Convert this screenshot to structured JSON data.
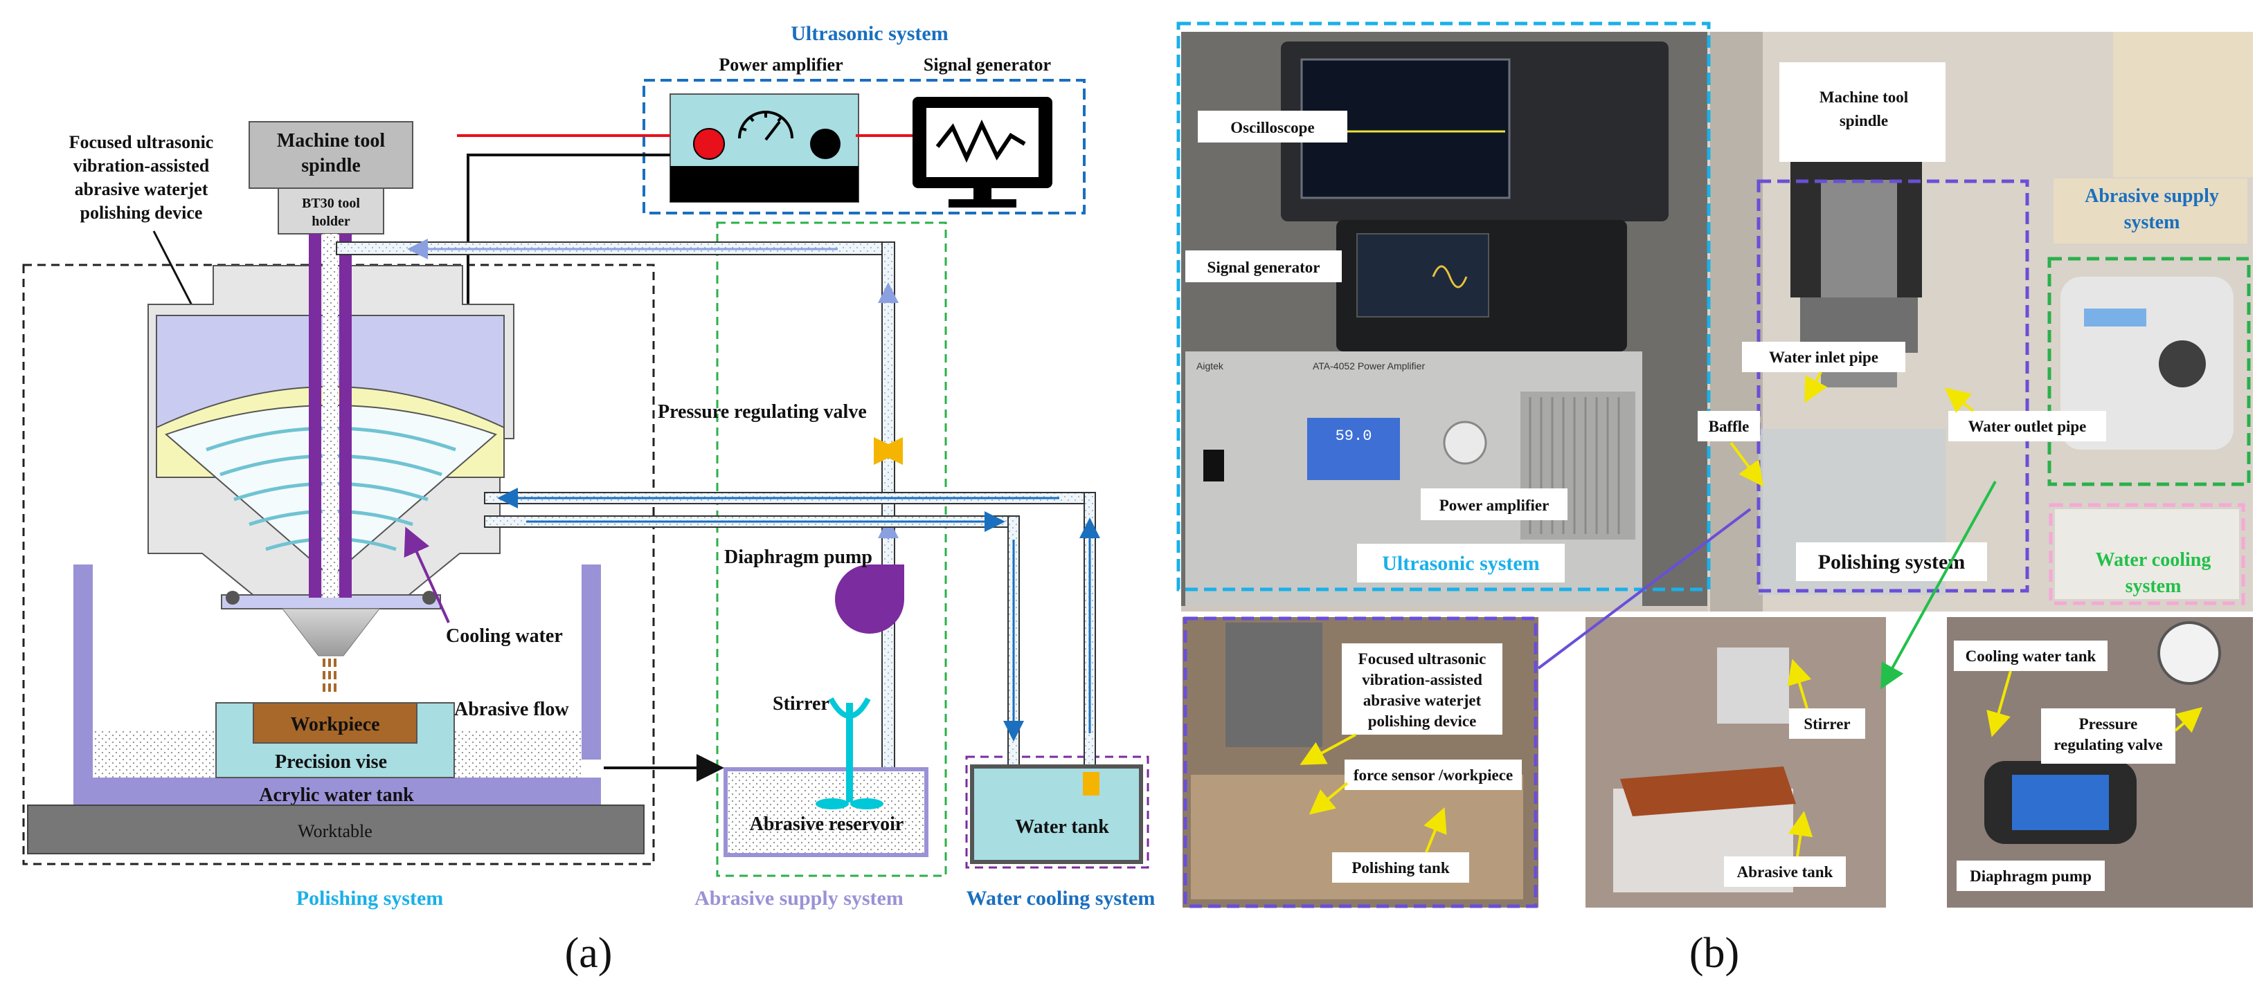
{
  "panel_a": {
    "label": "(a)",
    "ultrasonic_system": "Ultrasonic system",
    "power_amplifier": "Power amplifier",
    "signal_generator": "Signal generator",
    "spindle": [
      "Machine tool",
      "spindle"
    ],
    "tool_holder": [
      "BT30 tool",
      "holder"
    ],
    "device": [
      "Focused ultrasonic",
      "vibration-assisted",
      "abrasive waterjet",
      "polishing device"
    ],
    "pressure_valve": "Pressure regulating valve",
    "diaphragm_pump": "Diaphragm pump",
    "cooling_water": "Cooling water",
    "abrasive_flow": "Abrasive flow",
    "workpiece": "Workpiece",
    "precision_vise": "Precision vise",
    "acrylic_tank": "Acrylic water tank",
    "worktable": "Worktable",
    "stirrer": "Stirrer",
    "abrasive_reservoir": "Abrasive reservoir",
    "water_tank": "Water tank",
    "polishing_system": "Polishing system",
    "abrasive_supply_system": "Abrasive supply system",
    "water_cooling_system": "Water cooling system"
  },
  "panel_b": {
    "label": "(b)",
    "oscilloscope": "Oscilloscope",
    "signal_generator": "Signal generator",
    "power_amplifier": "Power amplifier",
    "ultrasonic_system": "Ultrasonic system",
    "spindle": [
      "Machine tool",
      "spindle"
    ],
    "abrasive_supply_system": [
      "Abrasive supply",
      "system"
    ],
    "water_inlet_pipe": "Water inlet pipe",
    "baffle": "Baffle",
    "water_outlet_pipe": "Water outlet pipe",
    "polishing_system": "Polishing system",
    "water_cooling_system": [
      "Water cooling",
      "system"
    ],
    "device": [
      "Focused ultrasonic",
      "vibration-assisted",
      "abrasive waterjet",
      "polishing device"
    ],
    "force_sensor": "force sensor /workpiece",
    "polishing_tank": "Polishing tank",
    "stirrer": "Stirrer",
    "abrasive_tank": "Abrasive tank",
    "cooling_water_tank": "Cooling water tank",
    "pressure_valve": [
      "Pressure",
      "regulating valve"
    ],
    "diaphragm_pump": "Diaphragm pump",
    "instrument_brand": "Aigtek",
    "instrument_model": "ATA-4052 Power Amplifier",
    "display_value": "59.0"
  },
  "colors": {
    "purple": "#7b2c9e",
    "cyan_label": "#1ab0e8",
    "blue_label": "#1a6fbf",
    "lavender_label": "#9a92d6",
    "green_dash": "#2bb04a",
    "blue_dash": "#1a6fbf",
    "violet_dash": "#6a4fd8",
    "pink_dash": "#f4a9d6",
    "light_blue_fill": "#a8dde2",
    "workpiece": "#a8682a"
  }
}
